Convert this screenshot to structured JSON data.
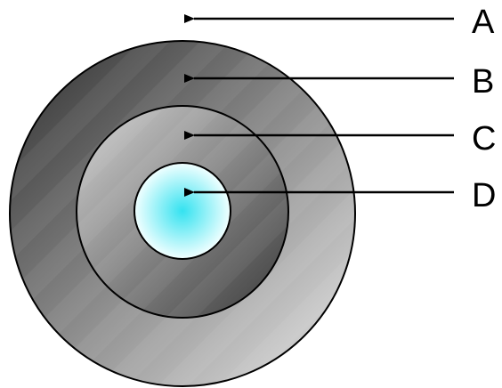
{
  "labels": {
    "a": "A",
    "b": "B",
    "c": "C",
    "d": "D"
  },
  "colors": {
    "outer_dark": "#2e2e2e",
    "outer_light": "#e6e6e6",
    "middle_dark": "#3a3a3a",
    "middle_light": "#d2d2d2",
    "core_center": "#34e2f0",
    "core_edge": "#f2ffff",
    "outline": "#000000",
    "arrow": "#000000"
  }
}
